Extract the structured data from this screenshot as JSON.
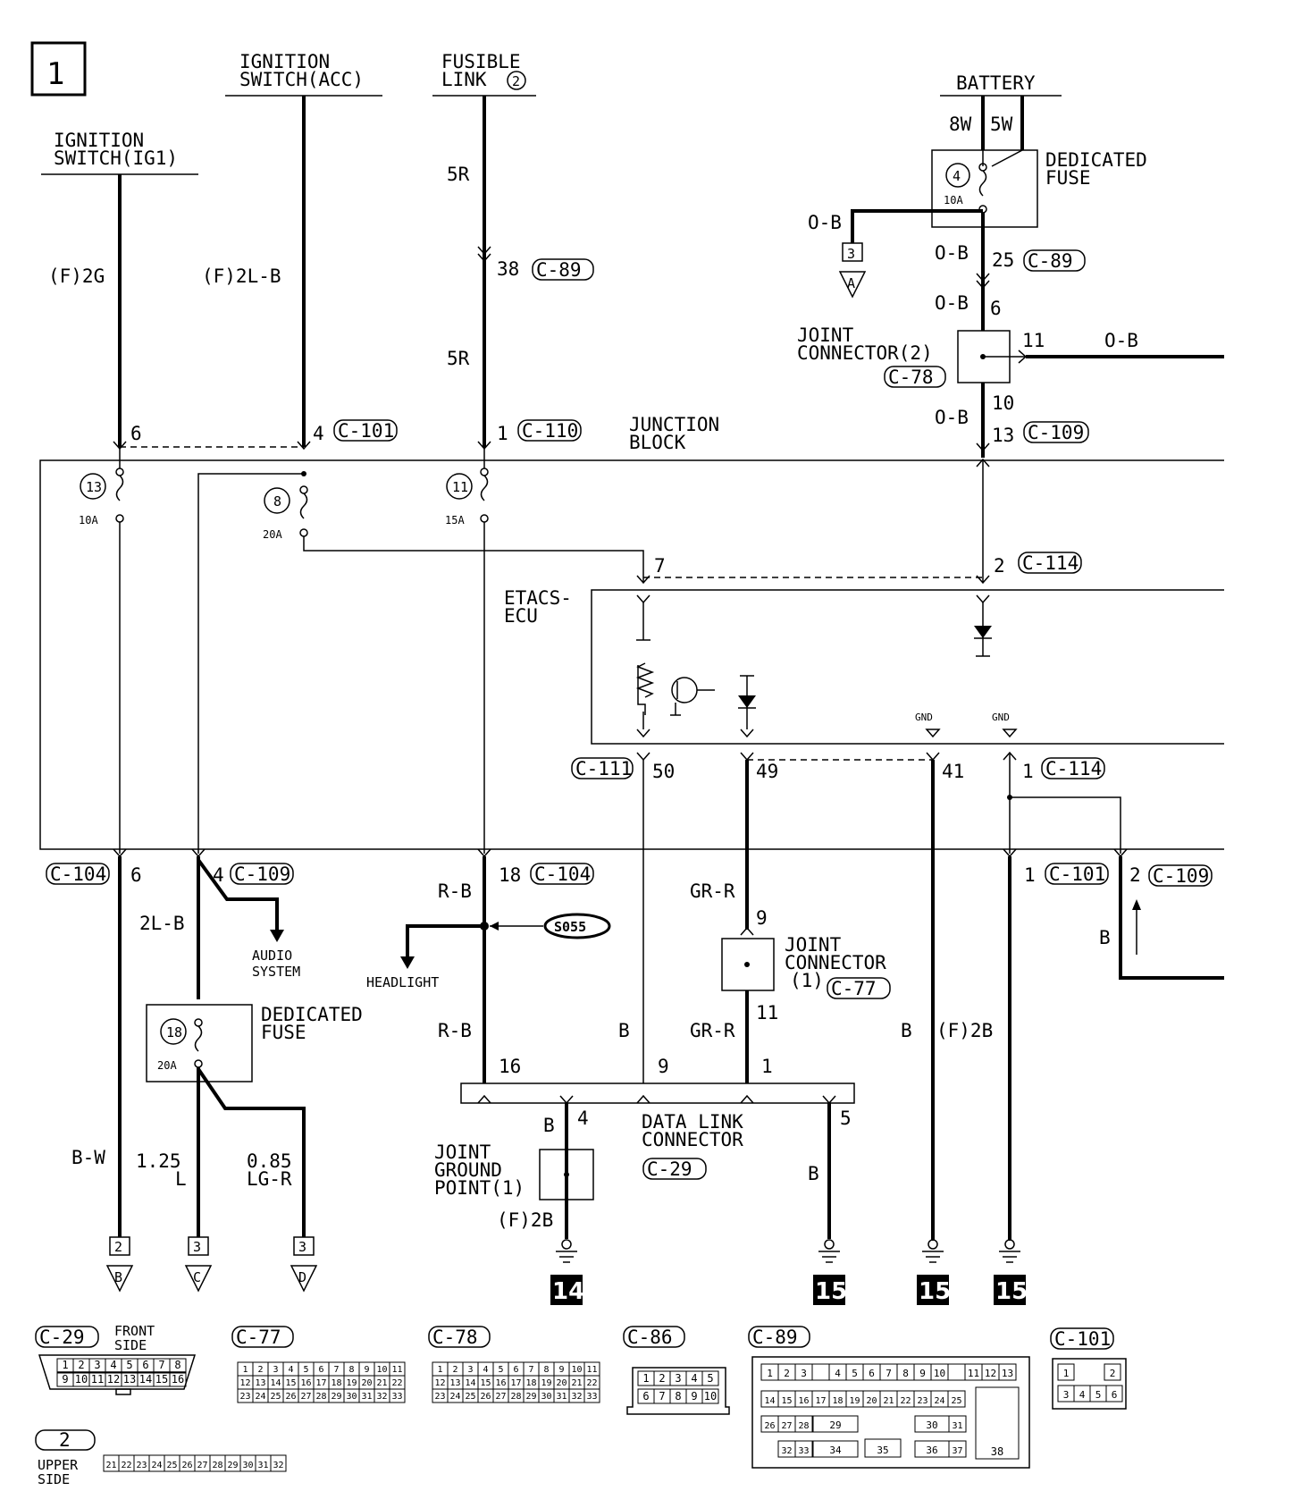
{
  "page_number": "1",
  "sources": {
    "ig1": [
      "IGNITION",
      "SWITCH(IG1)"
    ],
    "acc": [
      "IGNITION",
      "SWITCH(ACC)"
    ],
    "fusible": [
      "FUSIBLE",
      "LINK"
    ],
    "fusible_num": "2",
    "battery": "BATTERY"
  },
  "battery_wires": [
    "8W",
    "5W"
  ],
  "dedicated_fuse_top": {
    "label": [
      "DEDICATED",
      "FUSE"
    ],
    "num": "4",
    "rating": "10A"
  },
  "wire_colors": {
    "f2g": "(F)2G",
    "f2lb": "(F)2L-B",
    "r5a": "5R",
    "r5b": "5R",
    "ob1": "O-B",
    "ob2": "O-B",
    "ob3": "O-B",
    "ob4": "O-B",
    "ob5": "O-B",
    "rb1": "R-B",
    "rb2": "R-B",
    "gr1": "GR-R",
    "gr2": "GR-R",
    "l2b": "2L-B",
    "bw": "B-W",
    "l125a": "1.25",
    "l125b": "L",
    "lg085a": "0.85",
    "lg085b": "LG-R",
    "b1": "B",
    "b2": "B",
    "b3": "B",
    "b4": "B",
    "b5": "B",
    "f2b1": "(F)2B",
    "f2b2": "(F)2B"
  },
  "connectors": {
    "c89": "C-89",
    "c89b": "C-89",
    "c78": "C-78",
    "c101": "C-101",
    "c101b": "C-101",
    "c110": "C-110",
    "c109": "C-109",
    "c109b": "C-109",
    "c109c": "C-109",
    "c114": "C-114",
    "c114b": "C-114",
    "c111": "C-111",
    "c104": "C-104",
    "c104b": "C-104",
    "c77": "C-77",
    "c29": "C-29"
  },
  "pins": {
    "p38": "38",
    "p25": "25",
    "p6a": "6",
    "p11a": "11",
    "p10": "10",
    "p13": "13",
    "p6": "6",
    "p4": "4",
    "p1": "1",
    "p7": "7",
    "p2": "2",
    "p50": "50",
    "p49": "49",
    "p41": "41",
    "p1b": "1",
    "p6c": "6",
    "p4c": "4",
    "p18": "18",
    "p1c": "1",
    "p2c": "2",
    "p9": "9",
    "p11b": "11",
    "p16": "16",
    "p9b": "9",
    "p1d": "1",
    "p4d": "4",
    "p5": "5"
  },
  "joint_conn2": [
    "JOINT",
    "CONNECTOR(2)"
  ],
  "junction_block": [
    "JUNCTION",
    "BLOCK"
  ],
  "fuses": {
    "f13": {
      "num": "13",
      "rating": "10A"
    },
    "f8": {
      "num": "8",
      "rating": "20A"
    },
    "f11": {
      "num": "11",
      "rating": "15A"
    },
    "f18": {
      "num": "18",
      "rating": "20A"
    }
  },
  "etacs": [
    "ETACS-",
    "ECU"
  ],
  "gnd": [
    "GND",
    "GND"
  ],
  "audio": [
    "AUDIO",
    "SYSTEM"
  ],
  "headlight": "HEADLIGHT",
  "splice": "S055",
  "dedicated_fuse_bottom": [
    "DEDICATED",
    "FUSE"
  ],
  "joint_conn1": [
    "JOINT",
    "CONNECTOR",
    "(1)"
  ],
  "data_link": [
    "DATA LINK",
    "CONNECTOR"
  ],
  "joint_ground": [
    "JOINT",
    "GROUND",
    "POINT(1)"
  ],
  "refs": {
    "r3": "3",
    "rA": "A",
    "r2": "2",
    "rB": "B",
    "r3b": "3",
    "rC": "C",
    "r3c": "3",
    "rD": "D"
  },
  "grounds": [
    "14",
    "15",
    "15",
    "15"
  ],
  "legend": {
    "c29": "C-29",
    "front_side": [
      "FRONT",
      "SIDE"
    ],
    "c77": "C-77",
    "c78": "C-78",
    "c86": "C-86",
    "c89": "C-89",
    "c101": "C-101",
    "two": "2",
    "upper_side": [
      "UPPER",
      "SIDE"
    ]
  }
}
